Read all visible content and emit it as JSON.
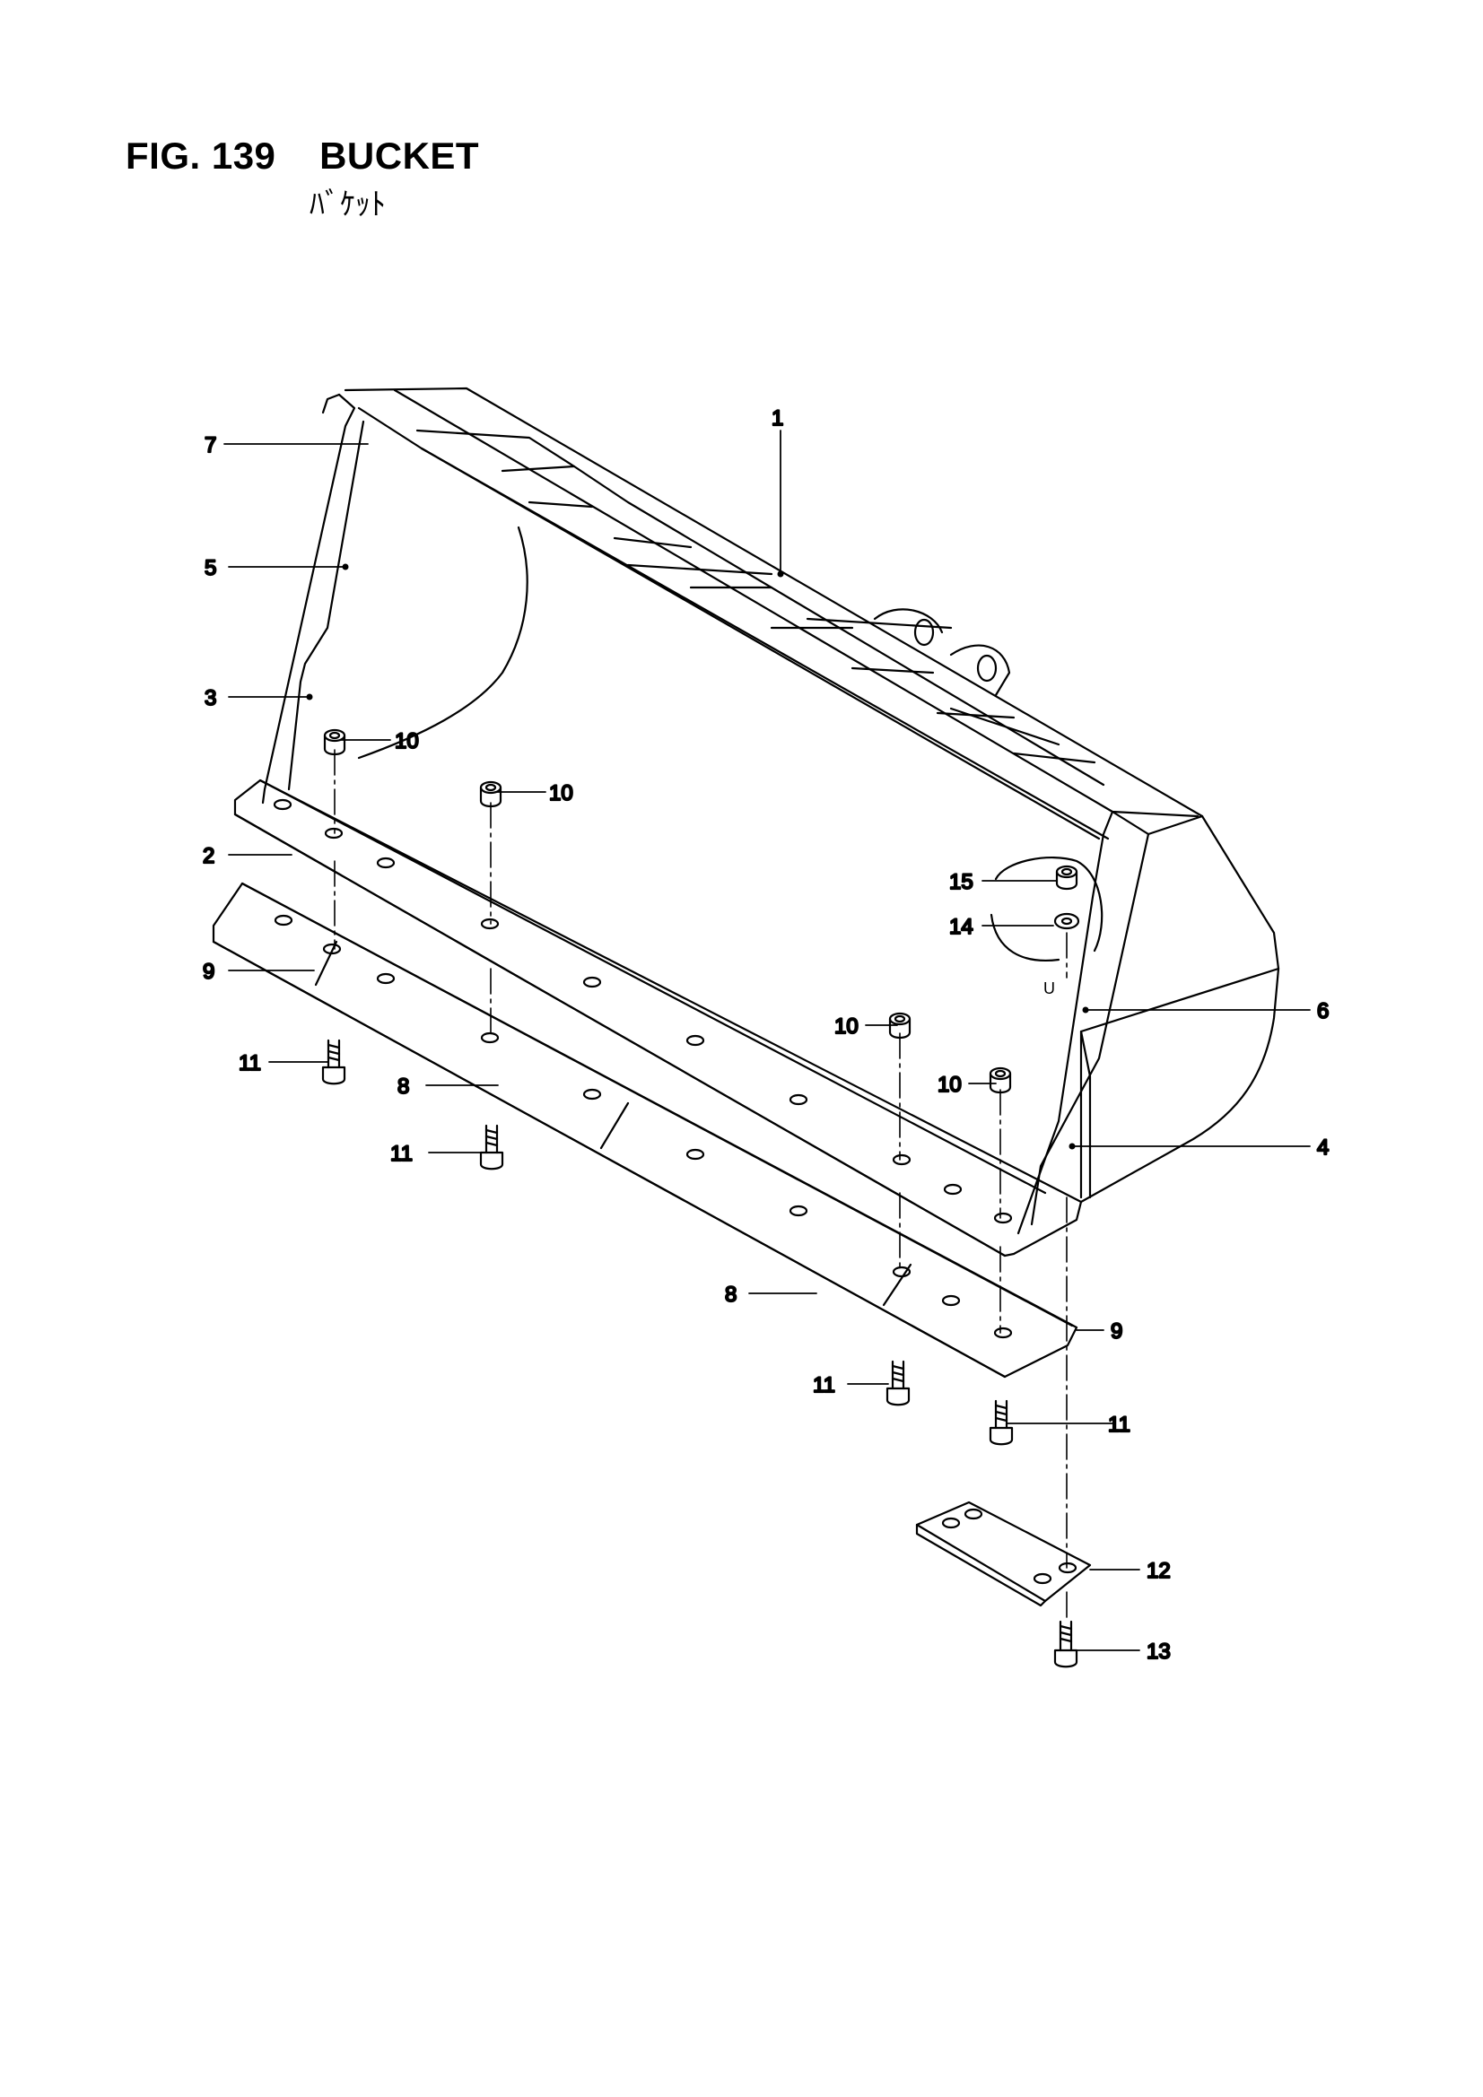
{
  "header": {
    "fig_label": "FIG. 139",
    "title": "BUCKET",
    "subtitle": "ﾊﾞｹｯﾄ"
  },
  "callouts": [
    {
      "id": "c1",
      "text": "1"
    },
    {
      "id": "c2",
      "text": "2"
    },
    {
      "id": "c3",
      "text": "3"
    },
    {
      "id": "c4",
      "text": "4"
    },
    {
      "id": "c5",
      "text": "5"
    },
    {
      "id": "c6",
      "text": "6"
    },
    {
      "id": "c7",
      "text": "7"
    },
    {
      "id": "c8a",
      "text": "8"
    },
    {
      "id": "c8b",
      "text": "8"
    },
    {
      "id": "c9a",
      "text": "9"
    },
    {
      "id": "c9b",
      "text": "9"
    },
    {
      "id": "c10a",
      "text": "10"
    },
    {
      "id": "c10b",
      "text": "10"
    },
    {
      "id": "c10c",
      "text": "10"
    },
    {
      "id": "c10d",
      "text": "10"
    },
    {
      "id": "c11a",
      "text": "11"
    },
    {
      "id": "c11b",
      "text": "11"
    },
    {
      "id": "c11c",
      "text": "11"
    },
    {
      "id": "c11d",
      "text": "11"
    },
    {
      "id": "c12",
      "text": "12"
    },
    {
      "id": "c13",
      "text": "13"
    },
    {
      "id": "c14",
      "text": "14"
    },
    {
      "id": "c15",
      "text": "15"
    }
  ]
}
